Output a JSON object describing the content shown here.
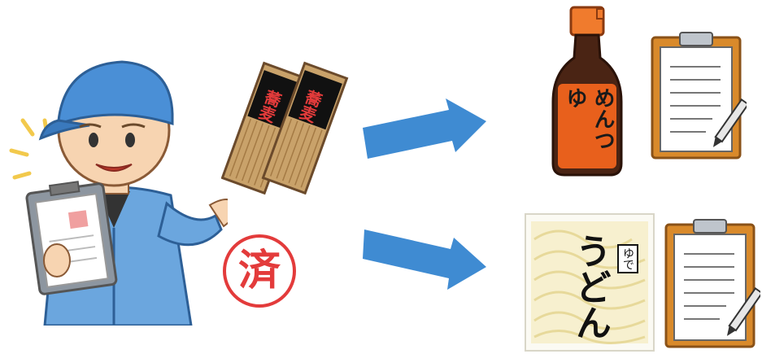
{
  "soba": {
    "label": "蕎麦"
  },
  "stamp": {
    "label": "済"
  },
  "tsuyu": {
    "label": "めんつゆ"
  },
  "udon": {
    "label": "うどん",
    "tag": "ゆで"
  },
  "colors": {
    "cap_blue": "#4a8fd6",
    "uniform_blue": "#6ba6de",
    "arrow_blue": "#3f8bd2",
    "stamp_red": "#e33b3b",
    "bottle_orange": "#e8601c",
    "clipboard_brown": "#d98a2b"
  },
  "icons": [
    "worker",
    "soba-pack",
    "done-stamp",
    "arrow-right",
    "mentsuyu-bottle",
    "udon-pack",
    "clipboard",
    "pen"
  ]
}
